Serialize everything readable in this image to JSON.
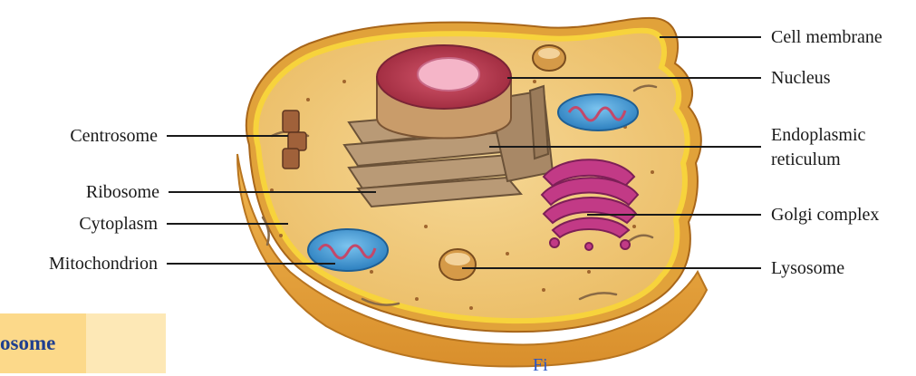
{
  "labels": {
    "cell_membrane": "Cell membrane",
    "nucleus": "Nucleus",
    "endoplasmic_reticulum_line1": "Endoplasmic",
    "endoplasmic_reticulum_line2": "reticulum",
    "golgi_complex": "Golgi complex",
    "lysosome": "Lysosome",
    "centrosome": "Centrosome",
    "ribosome": "Ribosome",
    "cytoplasm": "Cytoplasm",
    "mitochondrion": "Mitochondrion"
  },
  "section_heading": "osome",
  "figure_caption": "Fi",
  "colors": {
    "cytoplasm": "#f2cf86",
    "membrane_outer": "#d9932e",
    "membrane_inner": "#f7d33c",
    "nucleus_red": "#b8334a",
    "nucleolus_pink": "#f5b5c8",
    "mitochondrion_blue": "#4fa6dd",
    "golgi_magenta": "#c23a86",
    "section_heading_blue": "#1f3f8f"
  }
}
